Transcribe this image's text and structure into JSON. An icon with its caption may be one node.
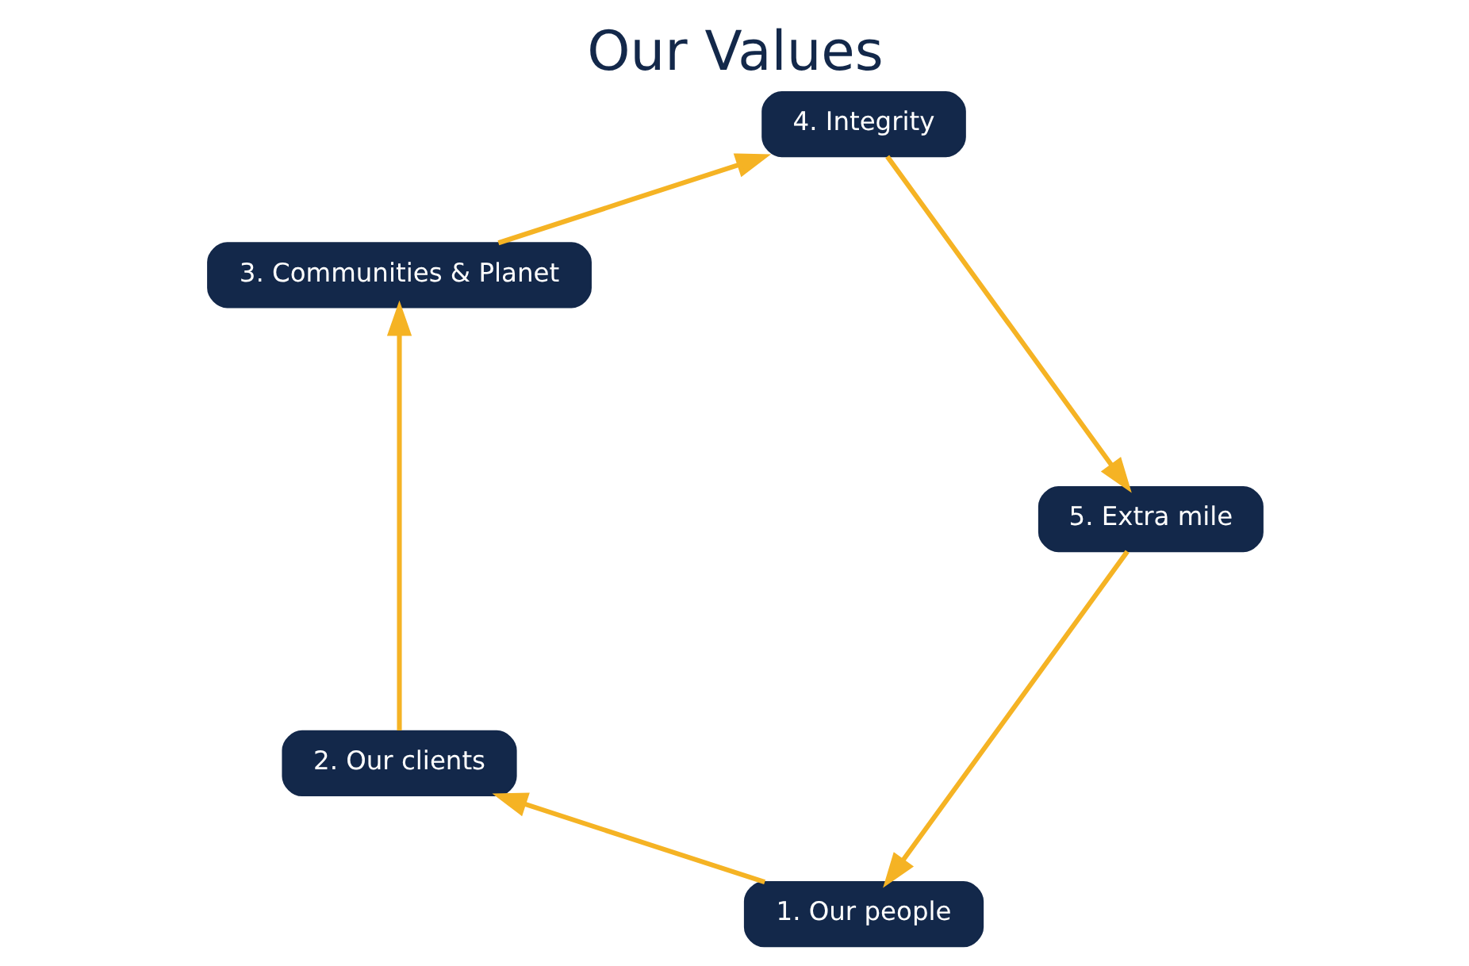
{
  "diagram": {
    "title": "Our Values",
    "nodes": [
      {
        "text": [
          "1. Our people"
        ]
      },
      {
        "text": [
          "2. Our clients"
        ]
      },
      {
        "text": [
          "3. Communities & Planet"
        ]
      },
      {
        "text": [
          "4. Integrity"
        ]
      },
      {
        "text": [
          "5. Extra mile"
        ]
      }
    ],
    "edges": [
      {
        "from": 0,
        "to": 1,
        "arrow": "to"
      },
      {
        "from": 1,
        "to": 2,
        "arrow": "to"
      },
      {
        "from": 2,
        "to": 3,
        "arrow": "to"
      },
      {
        "from": 3,
        "to": 4,
        "arrow": "to"
      },
      {
        "from": 4,
        "to": 0,
        "arrow": "to"
      }
    ]
  }
}
